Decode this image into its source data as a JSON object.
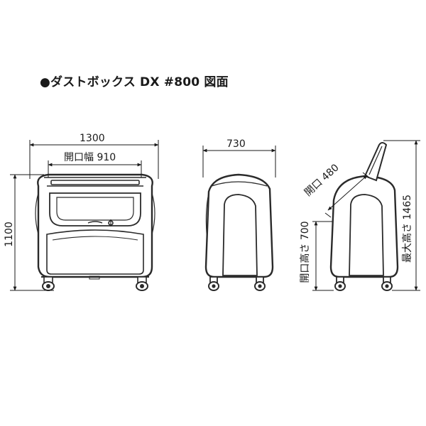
{
  "title": "●ダストボックス DX #800 図面",
  "dimensions": {
    "width": "1300",
    "opening_width": "開口幅 910",
    "height": "1100",
    "depth": "730",
    "opening_depth": "開口 480",
    "opening_height": "開口高さ 700",
    "max_height": "最大高さ 1465"
  }
}
